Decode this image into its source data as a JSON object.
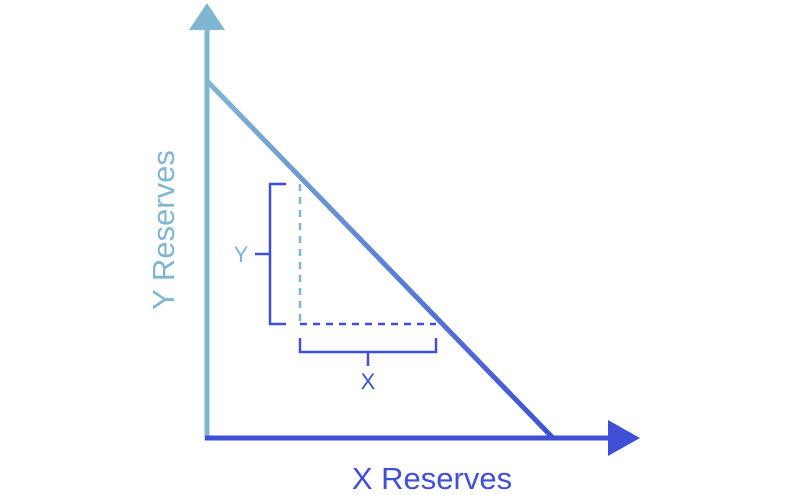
{
  "diagram": {
    "y_axis_title": "Y Reserves",
    "x_axis_title": "X Reserves",
    "delta_y_label": "Y",
    "delta_x_label": "X",
    "colors": {
      "y_axis": "#7fb6d1",
      "x_axis": "#3f4fd8",
      "curve_start": "#7fb6d1",
      "curve_end": "#3f4fd8",
      "dashed_vertical": "#7fb6d1",
      "dashed_horizontal": "#3f4fd8",
      "bracket": "#3f4fd8",
      "label_y": "#7fb6d1",
      "label_x": "#3f4fd8"
    }
  }
}
